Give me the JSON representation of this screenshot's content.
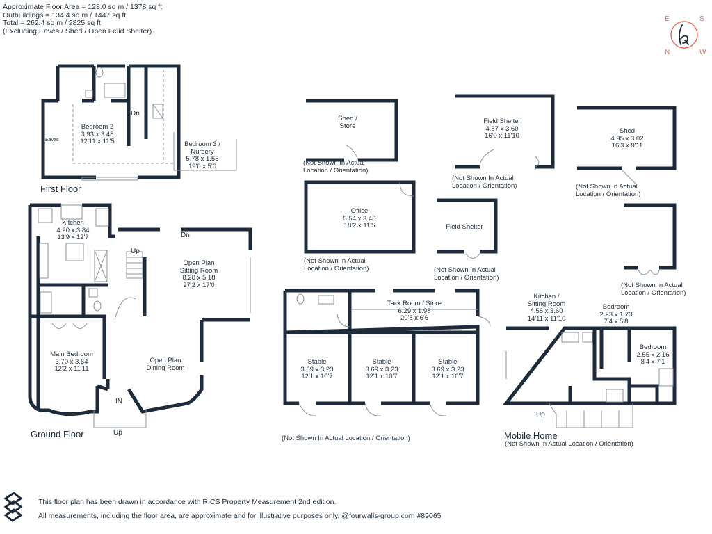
{
  "header": {
    "line1": "Approximate Floor Area = 128.0 sq m / 1378 sq ft",
    "line2": "Outbuildings = 134.4 sq m / 1447 sq ft",
    "line3": "Total = 262.4 sq m / 2825 sq ft",
    "line4": "(Excluding Eaves / Shed / Open Felid Shelter)"
  },
  "compass": {
    "e": "E",
    "s": "S",
    "n": "N",
    "w": "W",
    "accent": "#e0675a"
  },
  "first_floor": {
    "label": "First Floor",
    "eaves": "Eaves",
    "dn": "Dn",
    "bedroom2": {
      "name": "Bedroom 2",
      "metric": "3.93 x 3.48",
      "imperial": "12'11 x 11'5"
    },
    "bedroom3": {
      "name1": "Bedroom 3 /",
      "name2": "Nursery",
      "metric": "5.78 x 1.53",
      "imperial": "19'0 x 5'0"
    }
  },
  "ground_floor": {
    "label": "Ground Floor",
    "kitchen": {
      "name": "Kitchen",
      "metric": "4.20 x 3.84",
      "imperial": "13'9 x 12'7"
    },
    "sitting": {
      "name1": "Open Plan",
      "name2": "Sitting Room",
      "metric": "8.28 x 5.18",
      "imperial": "27'2 x 17'0"
    },
    "main_bedroom": {
      "name": "Main Bedroom",
      "metric": "3.70 x 3.64",
      "imperial": "12'2 x 11'11"
    },
    "dining": {
      "name1": "Open Plan",
      "name2": "Dining Room"
    },
    "up1": "Up",
    "dn": "Dn",
    "in": "IN",
    "up2": "Up"
  },
  "outbuildings": {
    "shed_store": {
      "name1": "Shed /",
      "name2": "Store",
      "note1": "(Not Shown In Actual",
      "note2": "Location / Orientation)"
    },
    "field_shelter1": {
      "name": "Field Shelter",
      "metric": "4.87 x 3.60",
      "imperial": "16'0 x 11'10",
      "note1": "(Not Shown In Actual",
      "note2": "Location / Orientation)"
    },
    "shed": {
      "name": "Shed",
      "metric": "4.95 x 3.02",
      "imperial": "16'3 x 9'11",
      "note1": "(Not Shown In Actual",
      "note2": "Location / Orientation)"
    },
    "office": {
      "name": "Office",
      "metric": "5.54 x 3.48",
      "imperial": "18'2 x 11'5",
      "note1": "(Not Shown In Actual",
      "note2": "Location / Orientation)"
    },
    "field_shelter2": {
      "name": "Field Shelter",
      "note1": "(Not Shown In Actual",
      "note2": "Location / Orientation)"
    },
    "unnamed": {
      "note1": "(Not Shown In Actual",
      "note2": "Location / Orientation)"
    },
    "tack_room": {
      "name": "Tack Room / Store",
      "metric": "6.29 x 1.98",
      "imperial": "20'8 x 6'6"
    },
    "stable1": {
      "name": "Stable",
      "metric": "3.69 x 3.23",
      "imperial": "12'1 x 10'7"
    },
    "stable2": {
      "name": "Stable",
      "metric": "3.69 x 3.23",
      "imperial": "12'1 x 10'7"
    },
    "stable3": {
      "name": "Stable",
      "metric": "3.69 x 3.23",
      "imperial": "12'1 x 10'7"
    },
    "stables_note": "(Not Shown In Actual Location / Orientation)"
  },
  "mobile_home": {
    "label": "Mobile Home",
    "note": "(Not Shown In Actual Location / Orientation)",
    "kitchen": {
      "name1": "Kitchen /",
      "name2": "Sitting Room",
      "metric": "4.55 x 3.60",
      "imperial": "14'11 x 11'10"
    },
    "bedroom_small": {
      "name": "Bedroom",
      "metric": "2.23 x 1.73",
      "imperial": "7'4 x 5'8"
    },
    "bedroom": {
      "name": "Bedroom",
      "metric": "2.55 x 2.16",
      "imperial": "8'4 x 7'1"
    },
    "up": "Up"
  },
  "footer": {
    "line1": "This floor plan has been drawn in accordance with RICS Property Measurement 2nd edition.",
    "line2": "All measurements, including the floor area, are approximate and for illustrative purposes only. @fourwalls-group.com #89065"
  },
  "colors": {
    "wall": "#1d2b3a",
    "text": "#24303d",
    "fixture": "#8a939c"
  }
}
